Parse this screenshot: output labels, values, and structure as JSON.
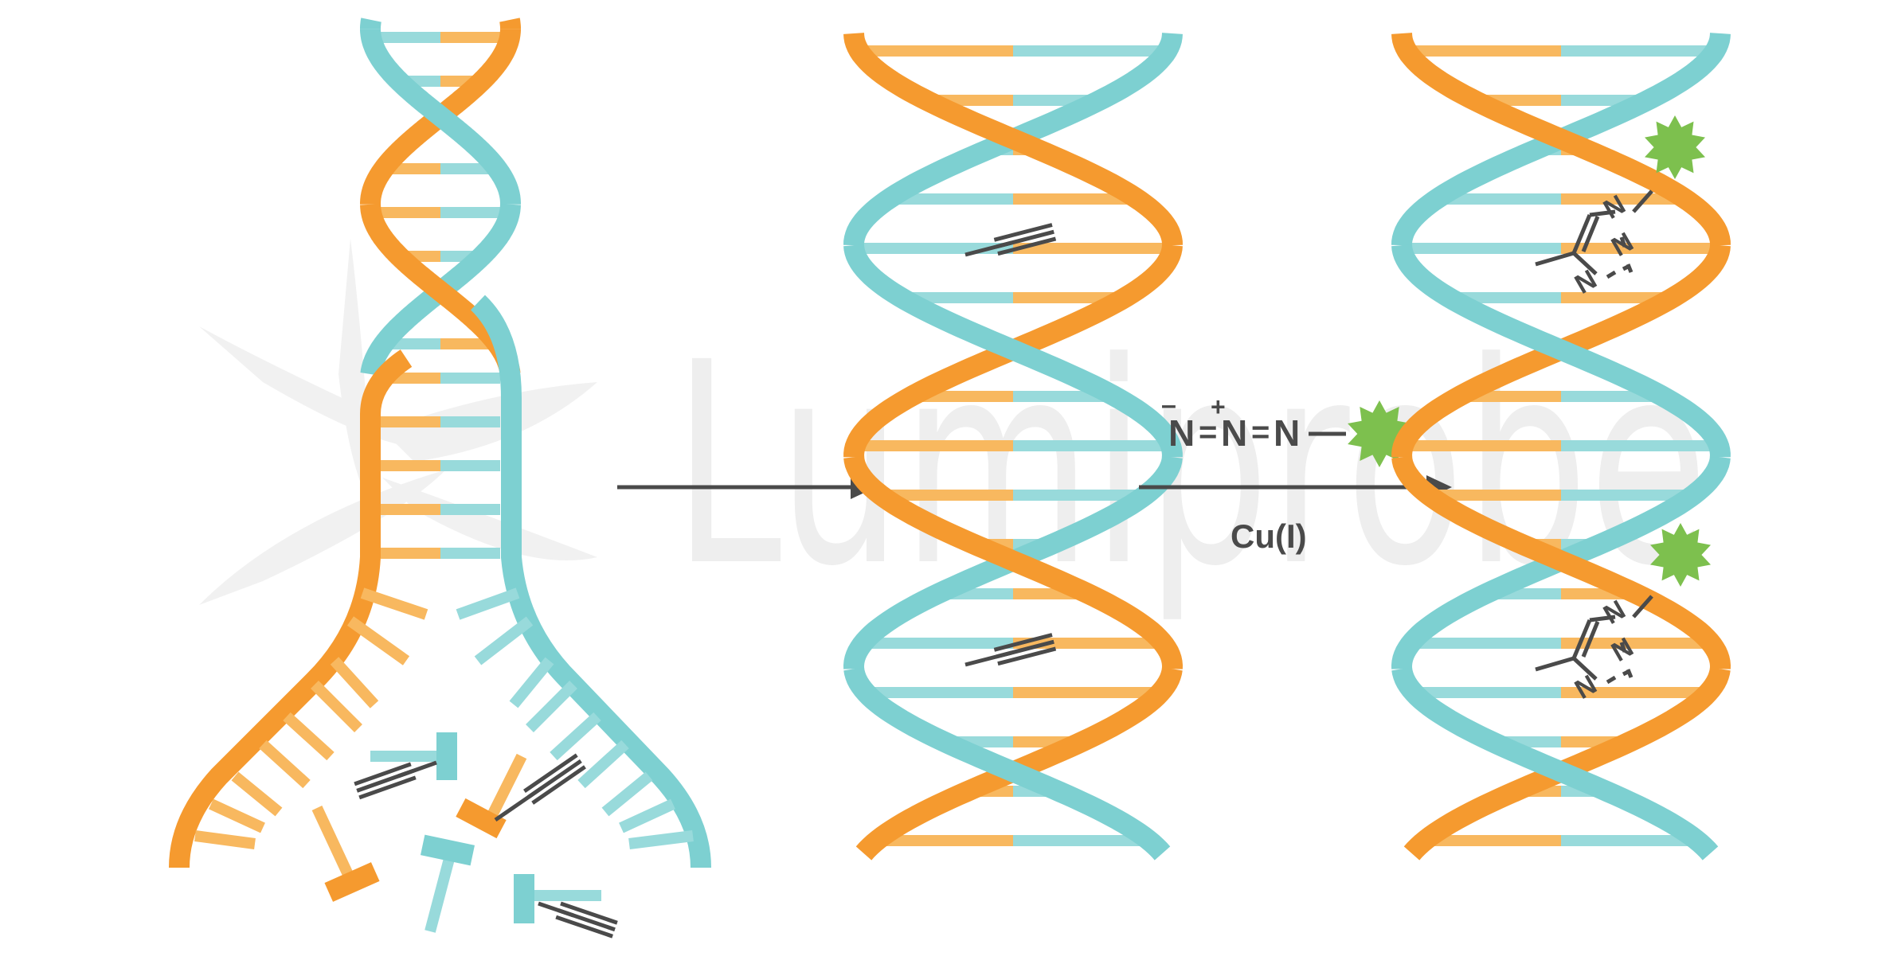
{
  "watermark": {
    "text": "Lumiprobe"
  },
  "colors": {
    "orange_strand": "#F59A2F",
    "orange_base": "#F8B85F",
    "teal_strand": "#7DD0D1",
    "teal_base": "#98DADB",
    "bond": "#4a4a4a",
    "dye": "#7DC04E",
    "watermark": "#eeeeee"
  },
  "stages": [
    {
      "name": "replication-fork",
      "description": "DNA replication with alkyne-modified nucleotides"
    },
    {
      "name": "alkyne-labeled-dna"
    },
    {
      "name": "fluorescent-labeled-dna"
    }
  ],
  "reaction": {
    "azide_formula": {
      "n1": "N",
      "eq1": "=",
      "n2": "N",
      "eq2": "=",
      "n3": "N",
      "minus": "–",
      "plus": "+"
    },
    "catalyst": "Cu(I)"
  },
  "triazole": {
    "n": "N"
  },
  "icons": [
    "dye-star-icon",
    "alkyne-icon",
    "triazole-icon",
    "arrow-icon"
  ]
}
